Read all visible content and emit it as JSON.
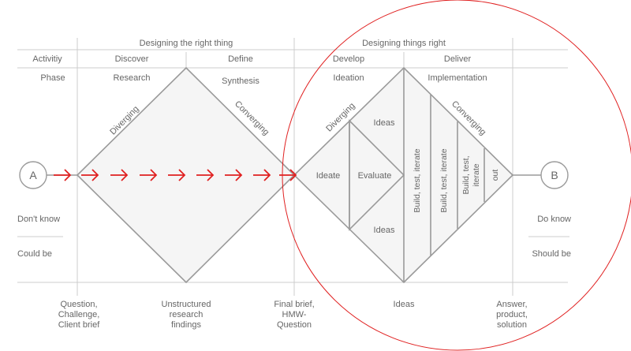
{
  "header": {
    "group_left": "Designing the right thing",
    "group_right": "Designing things right",
    "row_activity": [
      "Activitiy",
      "Discover",
      "Define",
      "Develop",
      "Deliver"
    ],
    "row_phase": [
      "Phase",
      "Research",
      "Synthesis",
      "Ideation",
      "Implementation"
    ]
  },
  "diamond1": {
    "left_edge": "Diverging",
    "right_edge": "Converging"
  },
  "diamond2": {
    "left_edge": "Diverging",
    "right_edge": "Converging",
    "ideate": "Ideate",
    "evaluate": "Evaluate",
    "ideas_top": "Ideas",
    "ideas_bottom": "Ideas",
    "strips": [
      "Build, test, iterate",
      "Build, test, iterate",
      "Build, test,",
      "iterate",
      "out"
    ]
  },
  "nodes": {
    "start": "A",
    "end": "B"
  },
  "side_left": [
    "Don't know",
    "Could be"
  ],
  "side_right": [
    "Do know",
    "Should be"
  ],
  "bottom": {
    "b1": [
      "Question,",
      "Challenge,",
      "Client brief"
    ],
    "b2": [
      "Unstructured",
      "research",
      "findings"
    ],
    "b3": [
      "Final brief,",
      "HMW-",
      "Question"
    ],
    "b4": [
      "Ideas"
    ],
    "b5": [
      "Answer,",
      "product,",
      "solution"
    ]
  },
  "colors": {
    "accent": "#e02020",
    "line": "#9a9a9a",
    "fill": "#f5f5f5",
    "text": "#666666"
  }
}
